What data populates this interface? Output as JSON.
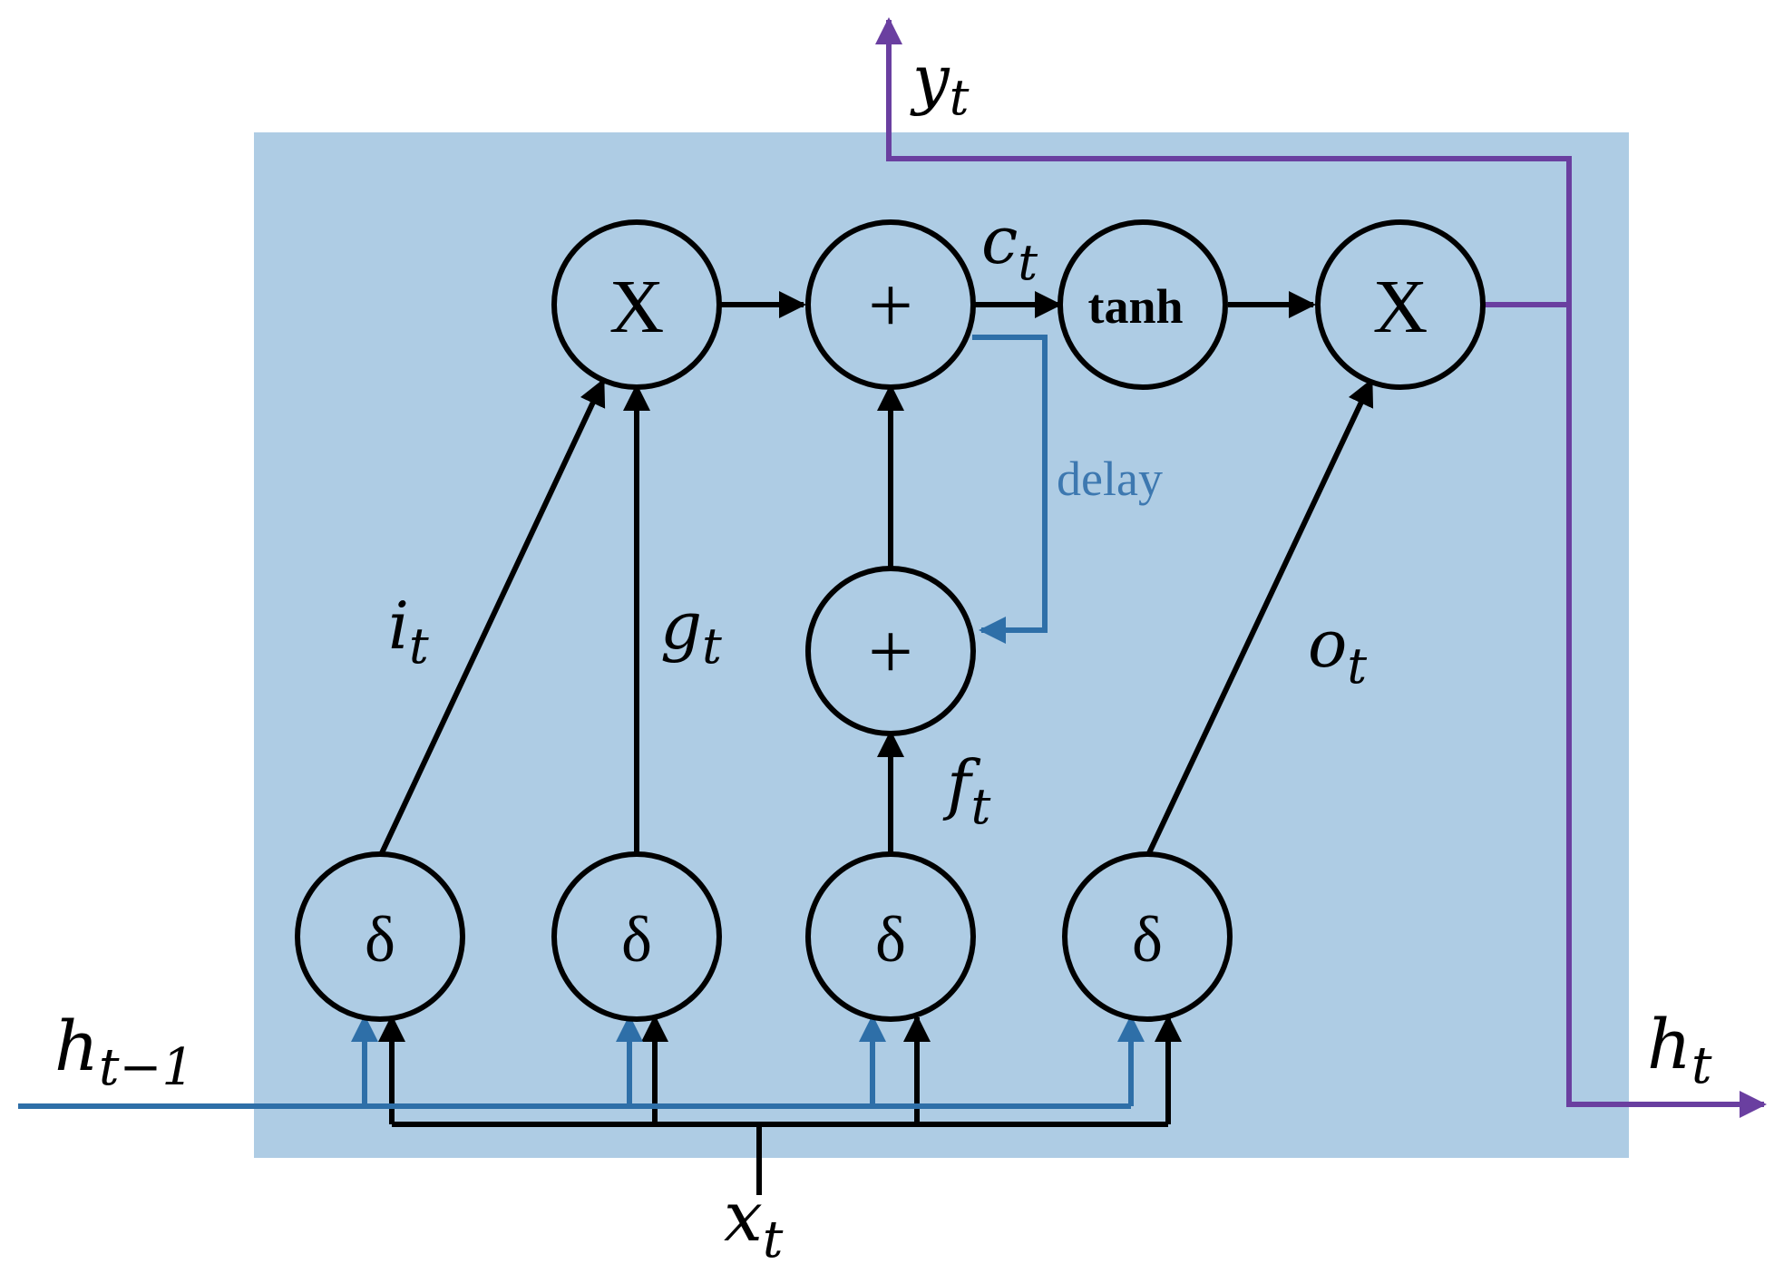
{
  "colors": {
    "cell_background": "#aecce4",
    "black_line": "#000000",
    "hidden_line": "#2e6fa8",
    "output_line": "#6a3fa0",
    "delay_text": "#3d78b0"
  },
  "nodes": {
    "mult_input": "X",
    "sum_cell": "+",
    "tanh": "tanh",
    "mult_output": "X",
    "sum_forget": "+",
    "sigma_1": "δ",
    "sigma_2": "δ",
    "sigma_3": "δ",
    "sigma_4": "δ"
  },
  "labels": {
    "y": {
      "base": "y",
      "sub": "t"
    },
    "c": {
      "base": "c",
      "sub": "t"
    },
    "i": {
      "base": "i",
      "sub": "t"
    },
    "g": {
      "base": "g",
      "sub": "t"
    },
    "f": {
      "base": "f",
      "sub": "t"
    },
    "o": {
      "base": "o",
      "sub": "t"
    },
    "h_prev": {
      "base": "h",
      "sub": "t−1"
    },
    "h": {
      "base": "h",
      "sub": "t"
    },
    "x": {
      "base": "x",
      "sub": "t"
    },
    "delay": "delay"
  }
}
